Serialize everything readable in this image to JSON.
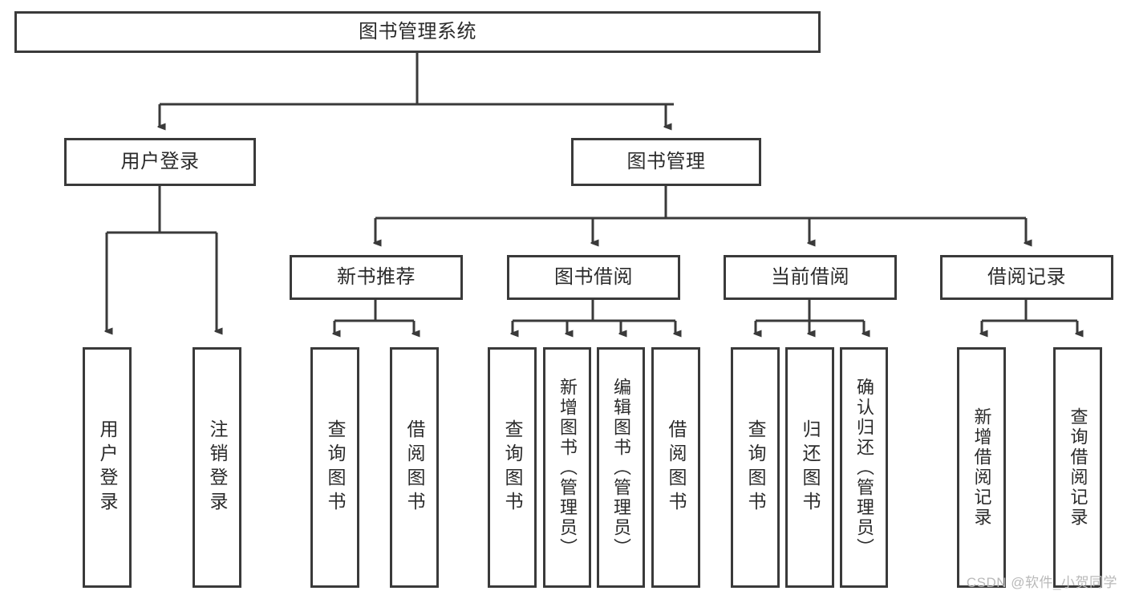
{
  "diagram": {
    "type": "tree-hierarchy-chart",
    "title": "图书管理系统",
    "stroke_color": "#3a3a3a",
    "text_color": "#2b2b2b",
    "background": "#ffffff",
    "root": {
      "id": "root",
      "label": "图书管理系统",
      "orientation": "horizontal"
    },
    "level2": [
      {
        "id": "user-login",
        "label": "用户登录",
        "orientation": "horizontal"
      },
      {
        "id": "book-manage",
        "label": "图书管理",
        "orientation": "horizontal"
      }
    ],
    "level3": [
      {
        "id": "new-book-recommend",
        "label": "新书推荐",
        "orientation": "horizontal",
        "parent": "book-manage"
      },
      {
        "id": "book-borrow",
        "label": "图书借阅",
        "orientation": "horizontal",
        "parent": "book-manage"
      },
      {
        "id": "current-borrow",
        "label": "当前借阅",
        "orientation": "horizontal",
        "parent": "book-manage"
      },
      {
        "id": "borrow-record",
        "label": "借阅记录",
        "orientation": "horizontal",
        "parent": "book-manage"
      }
    ],
    "leaves": [
      {
        "id": "leaf-user-login",
        "label": "用户登录",
        "parent": "user-login",
        "orientation": "vertical"
      },
      {
        "id": "leaf-logout-login",
        "label": "注销登录",
        "parent": "user-login",
        "orientation": "vertical"
      },
      {
        "id": "leaf-query-book-1",
        "label": "查询图书",
        "parent": "new-book-recommend",
        "orientation": "vertical"
      },
      {
        "id": "leaf-borrow-book-1",
        "label": "借阅图书",
        "parent": "new-book-recommend",
        "orientation": "vertical"
      },
      {
        "id": "leaf-query-book-2",
        "label": "查询图书",
        "parent": "book-borrow",
        "orientation": "vertical"
      },
      {
        "id": "leaf-add-book",
        "label": "新增图书（管理员）",
        "parent": "book-borrow",
        "orientation": "vertical"
      },
      {
        "id": "leaf-edit-book",
        "label": "编辑图书（管理员）",
        "parent": "book-borrow",
        "orientation": "vertical"
      },
      {
        "id": "leaf-borrow-book-2",
        "label": "借阅图书",
        "parent": "book-borrow",
        "orientation": "vertical"
      },
      {
        "id": "leaf-query-book-3",
        "label": "查询图书",
        "parent": "current-borrow",
        "orientation": "vertical"
      },
      {
        "id": "leaf-return-book",
        "label": "归还图书",
        "parent": "current-borrow",
        "orientation": "vertical"
      },
      {
        "id": "leaf-confirm-return",
        "label": "确认归还（管理员）",
        "parent": "current-borrow",
        "orientation": "vertical"
      },
      {
        "id": "leaf-add-record",
        "label": "新增借阅记录",
        "parent": "borrow-record",
        "orientation": "vertical"
      },
      {
        "id": "leaf-query-record",
        "label": "查询借阅记录",
        "parent": "borrow-record",
        "orientation": "vertical"
      }
    ]
  },
  "watermark": {
    "text": "CSDN @软件_小贺同学",
    "color": "#b9b9b9"
  }
}
